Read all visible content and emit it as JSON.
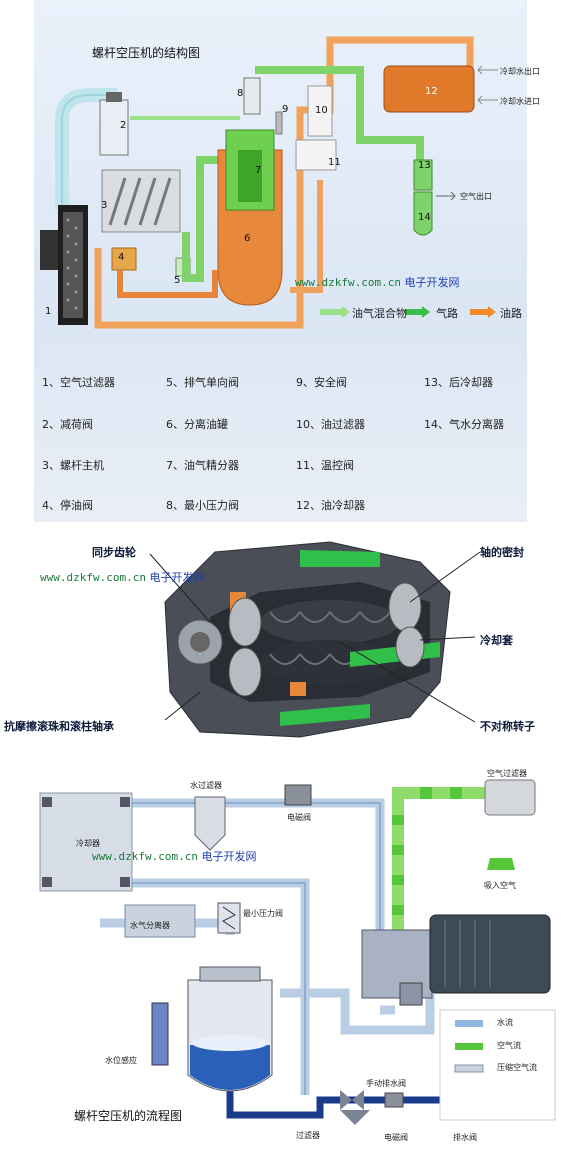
{
  "structure": {
    "title": "螺杆空压机的结构图",
    "numbers": [
      "1",
      "2",
      "3",
      "4",
      "5",
      "6",
      "7",
      "8",
      "9",
      "10",
      "11",
      "12",
      "13",
      "14"
    ],
    "cooler_labels": [
      "冷却水出口",
      "冷却水进口"
    ],
    "air_outlet": "空气出口",
    "legend": [
      "油气混合物",
      "气路",
      "油路"
    ],
    "parts": [
      "1、空气过滤器",
      "5、排气单向阀",
      "9、安全阀",
      "13、后冷却器",
      "2、减荷阀",
      "6、分离油罐",
      "10、油过滤器",
      "14、气水分离器",
      "3、螺杆主机",
      "7、油气精分器",
      "11、温控阀",
      "4、停油阀",
      "8、最小压力阀",
      "12、油冷却器"
    ]
  },
  "watermark": {
    "url": "www.dzkfw.com.cn",
    "cn": "电子开发网"
  },
  "cutaway": {
    "labels": {
      "sync_gear": "同步齿轮",
      "shaft_seal": "轴的密封",
      "cooling_jacket": "冷却套",
      "bearings": "抗摩擦滚珠和滚柱轴承",
      "rotor": "不对称转子"
    }
  },
  "flow": {
    "title": "螺杆空压机的流程图",
    "labels": {
      "cooler": "冷却器",
      "water_filter": "水过滤器",
      "solenoid_top": "电磁阀",
      "air_filter": "空气过滤器",
      "intake": "吸入空气",
      "separator": "水气分离器",
      "min_valve": "最小压力阀",
      "level_sensor": "水位感应",
      "manual_drain": "手动排水阀",
      "filter": "过滤器",
      "solenoid_bottom": "电磁阀",
      "drain": "排水阀"
    },
    "legend": [
      "水流",
      "空气流",
      "压缩空气流"
    ]
  }
}
